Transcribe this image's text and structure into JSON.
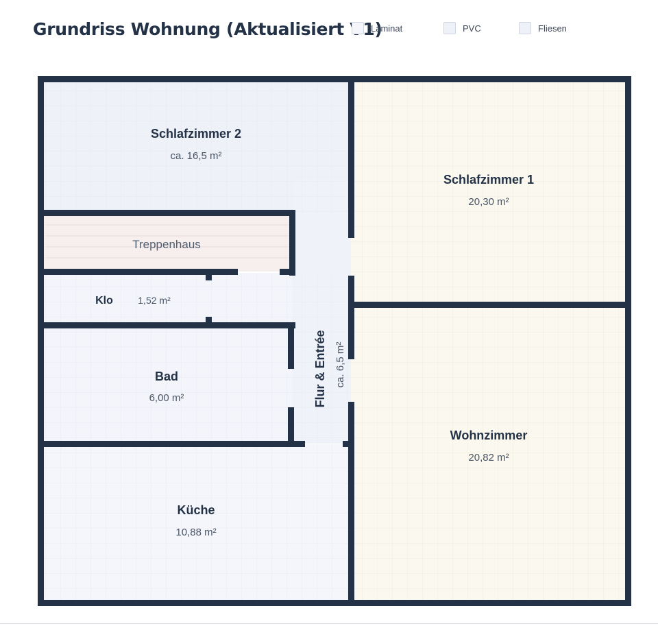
{
  "title": "Grundriss Wohnung (Aktualisiert V1)",
  "legend": [
    {
      "label": "Laminat",
      "icon": "floor-swatch-icon"
    },
    {
      "label": "PVC",
      "icon": "floor-swatch-icon"
    },
    {
      "label": "Fliesen",
      "icon": "floor-swatch-icon"
    }
  ],
  "rooms": {
    "schlafzimmer2": {
      "name": "Schlafzimmer 2",
      "area": "ca. 16,5 m²"
    },
    "schlafzimmer1": {
      "name": "Schlafzimmer 1",
      "area": "20,30 m²"
    },
    "treppenhaus": {
      "name": "Treppenhaus"
    },
    "klo": {
      "name": "Klo",
      "area": "1,52 m²"
    },
    "bad": {
      "name": "Bad",
      "area": "6,00 m²"
    },
    "flur": {
      "name": "Flur & Entrée",
      "area": "ca. 6,5 m²"
    },
    "kueche": {
      "name": "Küche",
      "area": "10,88 m²"
    },
    "wohnzimmer": {
      "name": "Wohnzimmer",
      "area": "20,82 m²"
    }
  },
  "colors": {
    "wall": "#233246",
    "floor_light_blue": "#eef1f7",
    "floor_cream": "#fbf9ef",
    "floor_pink": "#f7eeee",
    "floor_white_blue": "#f3f5fb"
  }
}
